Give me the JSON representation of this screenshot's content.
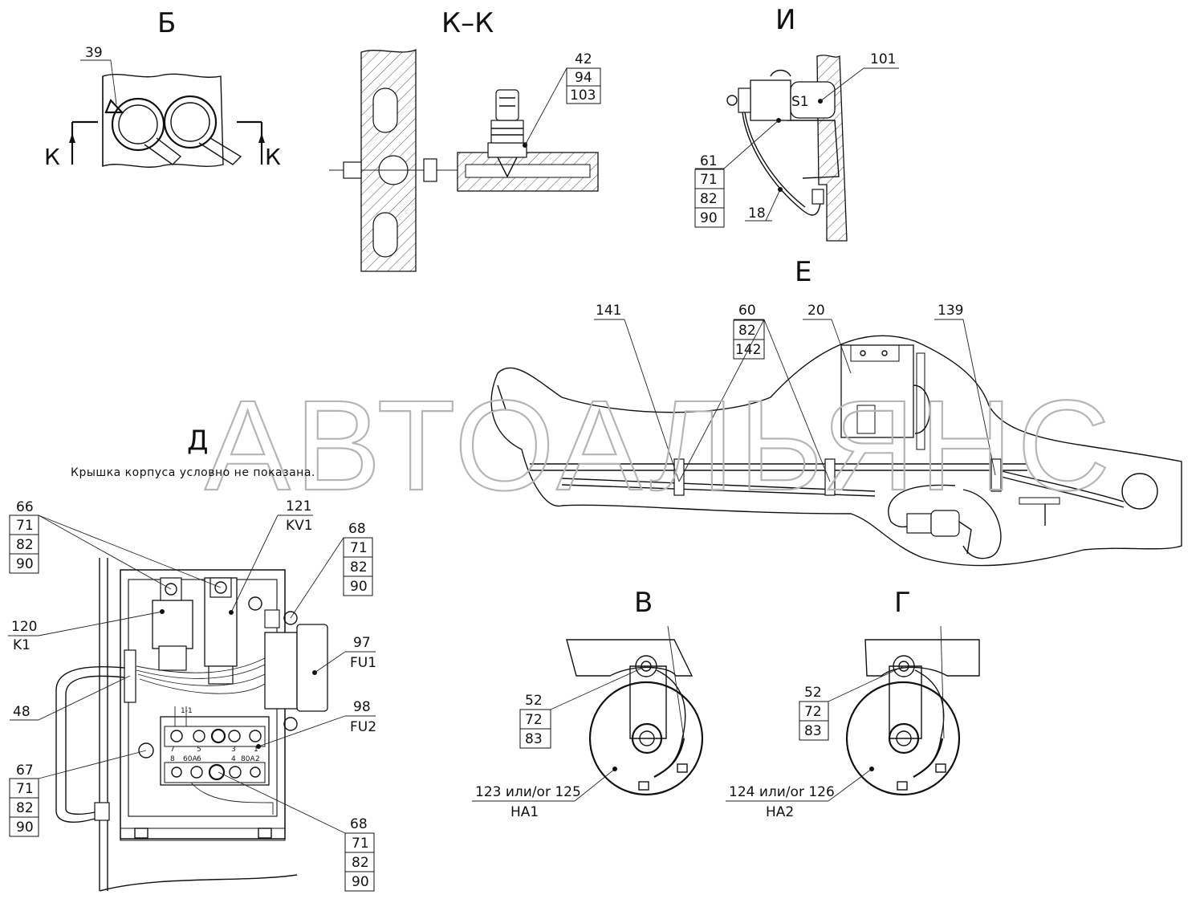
{
  "views": {
    "b": "Б",
    "kk": "К–К",
    "i": "И",
    "e": "Е",
    "d": "Д",
    "v": "В",
    "g": "Г"
  },
  "section_marks": {
    "left": "К",
    "right": "К"
  },
  "note": "Крышка корпуса условно не показана.",
  "watermark": "АВТОАЛЬЯНС",
  "terminal_labels": [
    "7",
    "8",
    "60А",
    "6",
    "5",
    "1",
    "3",
    "4",
    "80А",
    "2",
    "1-1"
  ],
  "callouts": {
    "b": [
      "39"
    ],
    "kk": [
      "42",
      "94",
      "103"
    ],
    "i_top": [
      "101"
    ],
    "i_stack": [
      "61",
      "71",
      "82",
      "90"
    ],
    "i_wire": [
      "18"
    ],
    "s1": "S1",
    "e_141": [
      "141"
    ],
    "e_stack": [
      "60",
      "82",
      "142"
    ],
    "e_20": [
      "20"
    ],
    "e_139": [
      "139"
    ],
    "d_66": [
      "66",
      "71",
      "82",
      "90"
    ],
    "d_121": [
      "121",
      "KV1"
    ],
    "d_68a": [
      "68",
      "71",
      "82",
      "90"
    ],
    "d_120": [
      "120",
      "K1"
    ],
    "d_97": [
      "97",
      "FU1"
    ],
    "d_48": [
      "48"
    ],
    "d_98": [
      "98",
      "FU2"
    ],
    "d_67": [
      "67",
      "71",
      "82",
      "90"
    ],
    "d_68b": [
      "68",
      "71",
      "82",
      "90"
    ],
    "v_stack": [
      "52",
      "72",
      "83"
    ],
    "v_ref": [
      "123 или/or 125",
      "HA1"
    ],
    "g_stack": [
      "52",
      "72",
      "83"
    ],
    "g_ref": [
      "124 или/or 126",
      "HA2"
    ]
  }
}
